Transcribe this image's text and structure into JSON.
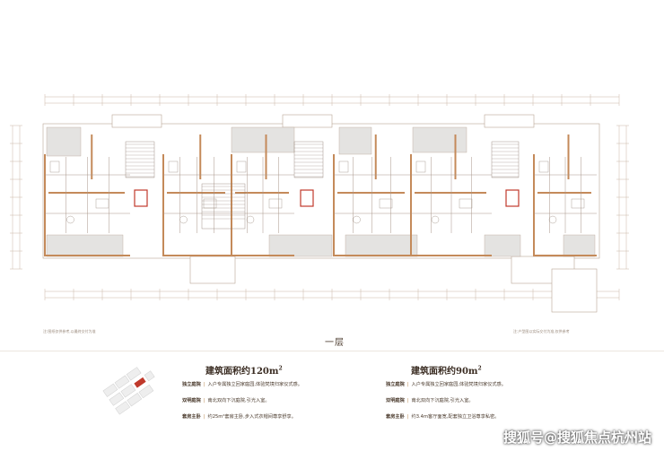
{
  "plan": {
    "floor_label": "一层",
    "left_note": "注:图纸仅供参考,以最终交付为准",
    "right_note": "注:户型图以实际交付为准,仅供参考"
  },
  "unit_120": {
    "area": "建筑面积约120m",
    "area_sup": "2",
    "features": [
      {
        "title": "独立庭院",
        "text": "入户专属独立回家庭园,体验梵境归家仪式感。"
      },
      {
        "title": "双明庭院",
        "text": "南北双向下沉庭院,引光入室。"
      },
      {
        "title": "套房主卧",
        "text": "约25m²套房主卧,步入式衣帽间尊享舒享。"
      }
    ]
  },
  "unit_90": {
    "area": "建筑面积约90m",
    "area_sup": "2",
    "features": [
      {
        "title": "独立庭院",
        "text": "入户专属独立回家庭园,体验梵境归家仪式感。"
      },
      {
        "title": "双明庭院",
        "text": "南北双向下沉庭院,引光入室。"
      },
      {
        "title": "套房主卧",
        "text": "约3.4m客厅面宽,配套独立卫浴尊享私密。"
      }
    ]
  },
  "watermark": "搜狐号@搜狐焦点杭州站",
  "colors": {
    "wall": "#c48a5a",
    "line": "#b9a595",
    "fill": "#e4e3e1",
    "accent": "#b8874f"
  }
}
